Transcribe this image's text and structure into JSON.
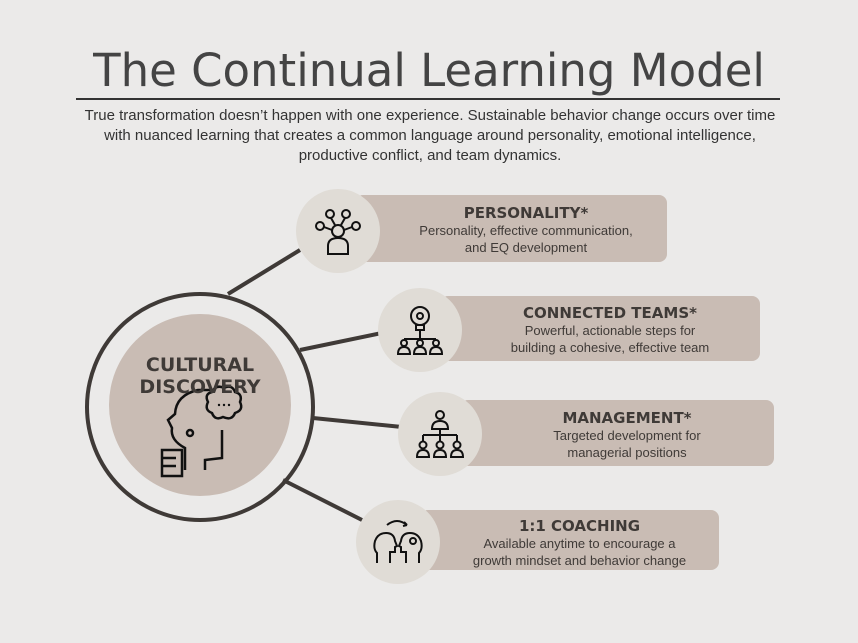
{
  "title": "The Continual Learning Model",
  "intro": "True transformation doesn’t happen with one experience. Sustainable behavior change occurs over time with nuanced learning that creates a common language around personality, emotional intelligence, productive conflict, and team dynamics.",
  "center": {
    "line1": "CULTURAL",
    "line2": "DISCOVERY",
    "icon": "thinking-head-icon"
  },
  "items": [
    {
      "title": "PERSONALITY*",
      "line1": "Personality, effective communication,",
      "line2": "and EQ development",
      "icon": "personality-network-icon"
    },
    {
      "title": "CONNECTED TEAMS*",
      "line1": "Powerful, actionable steps for",
      "line2": "building a cohesive, effective team",
      "icon": "lightbulb-team-icon"
    },
    {
      "title": "MANAGEMENT*",
      "line1": "Targeted development for",
      "line2": "managerial positions",
      "icon": "org-chart-icon"
    },
    {
      "title": "1:1 COACHING",
      "line1": "Available anytime to encourage a",
      "line2": "growth mindset and behavior change",
      "icon": "coaching-heads-icon"
    }
  ],
  "colors": {
    "background": "#ebeae9",
    "pill": "#c9bcb4",
    "icon_circle": "#e0dcd6",
    "dark": "#3f3a37"
  }
}
